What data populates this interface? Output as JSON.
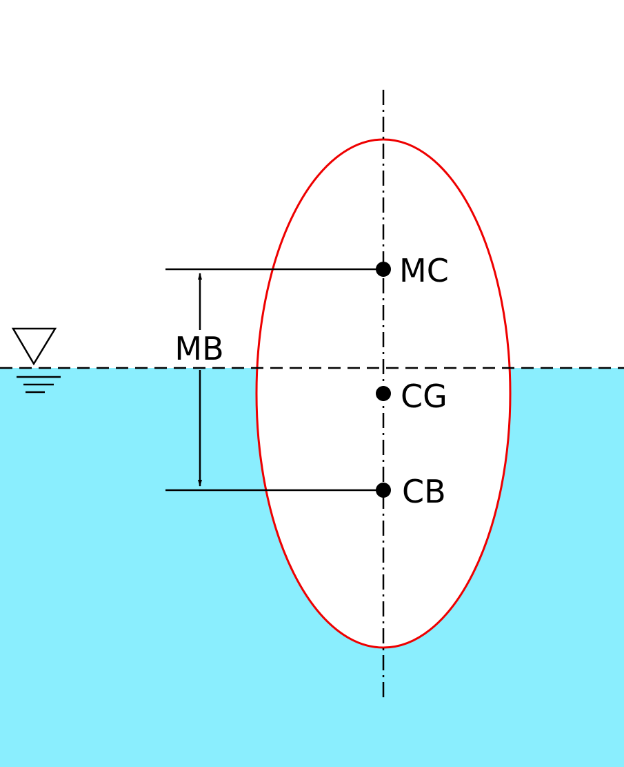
{
  "labels": {
    "metacenter": "MC",
    "center_of_gravity": "CG",
    "center_of_buoyancy": "CB",
    "metacentric_distance": "MB"
  },
  "colors": {
    "water": "#8aeefe",
    "hull_outline": "#ee0000",
    "hull_fill": "#ffffff",
    "ink": "#000000",
    "background": "#ffffff"
  },
  "icons": {
    "water_level_symbol": "water-surface-triangle-icon"
  }
}
